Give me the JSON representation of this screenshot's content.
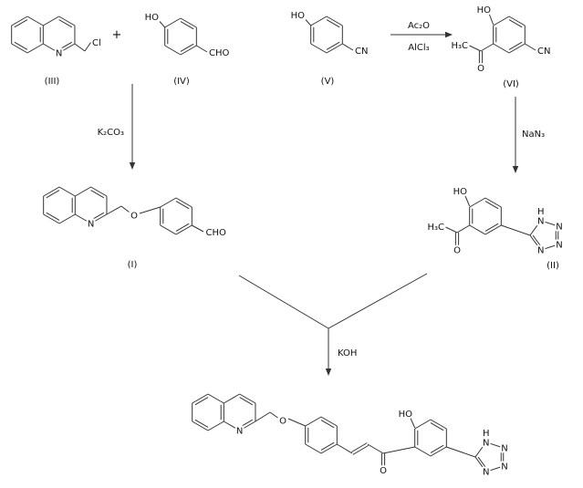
{
  "colors": {
    "ink": "#333333",
    "background": "#ffffff"
  },
  "atoms": {
    "cl": "Cl",
    "n": "N",
    "o": "O",
    "h": "H",
    "ho": "HO",
    "cho": "CHO",
    "cn": "CN",
    "h3c": "H₃C",
    "plus": "+"
  },
  "reagents": {
    "ac2o": "Ac₂O",
    "alcl3": "AlCl₃",
    "k2co3": "K₂CO₃",
    "nan3": "NaN₃",
    "koh": "KOH"
  },
  "compound_labels": {
    "i": "(I)",
    "ii": "(II)",
    "iii": "(III)",
    "iv": "(IV)",
    "v": "(V)",
    "vi": "(VI)"
  }
}
